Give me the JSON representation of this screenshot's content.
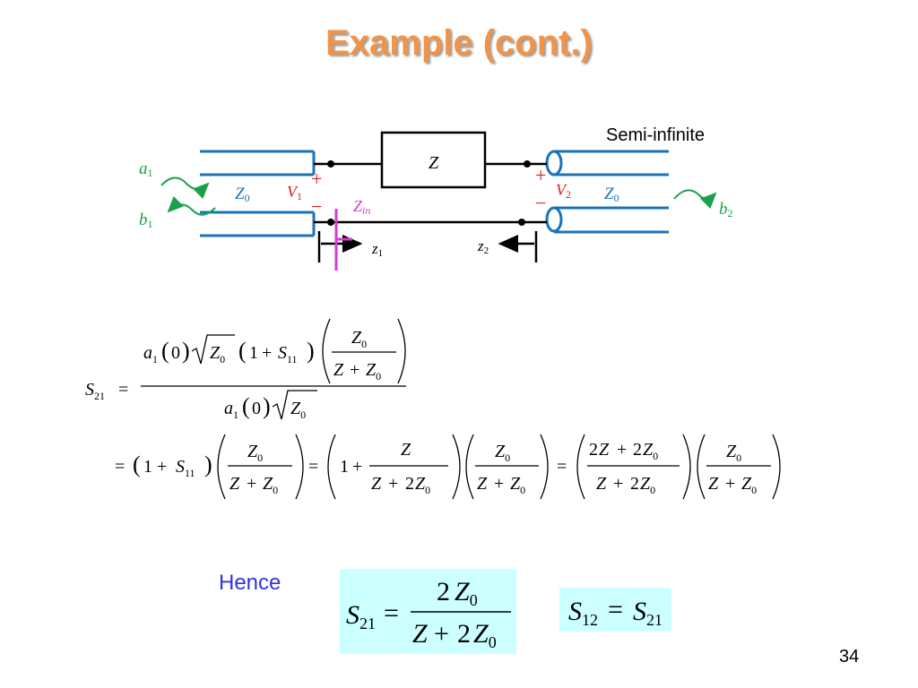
{
  "slide": {
    "title": "Example (cont.)",
    "page_number": "34",
    "hence_label": "Hence"
  },
  "circuit": {
    "annotation": "Semi-infinite",
    "block_label": "Z",
    "labels": {
      "a": "a",
      "a_sub": "1",
      "b": "b",
      "b_sub": "1",
      "b_out": "b",
      "b_out_sub": "2",
      "z0_left": "Z",
      "z0_left_sub": "0",
      "z0_right": "Z",
      "z0_right_sub": "0",
      "v1": "V",
      "v1_sub": "1",
      "v2": "V",
      "v2_sub": "2",
      "zin": "Z",
      "zin_sub": "in",
      "z1": "z",
      "z1_sub": "1",
      "z2": "z",
      "z2_sub": "2",
      "plus": "+",
      "minus": "−"
    },
    "colors": {
      "line_blue": "#1a73b8",
      "wave_green": "#1aa24a",
      "label_red": "#d62020",
      "zin_magenta": "#d63ad6"
    }
  },
  "equations": {
    "S": "S",
    "sub21": "21",
    "sub11": "11",
    "sub12": "12",
    "a": "a",
    "a_sub": "1",
    "zero": "0",
    "Z": "Z",
    "Z0": "Z",
    "Z0_sub": "0",
    "one": "1",
    "two": "2",
    "plus": "+",
    "equals": "="
  },
  "highlight_colors": {
    "box_fill": "#ccffff"
  }
}
